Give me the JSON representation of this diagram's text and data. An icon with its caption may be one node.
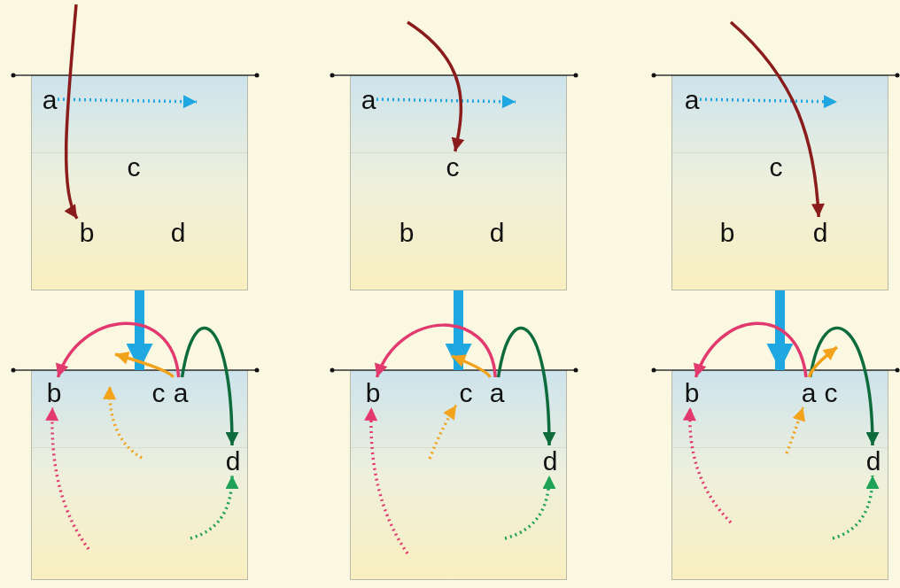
{
  "diagram": {
    "nodes": [
      {
        "text": [],
        "shape": "box"
      },
      {
        "text": [
          "a"
        ],
        "in": 0
      },
      {
        "text": [
          "c"
        ],
        "in": 0
      },
      {
        "text": [
          "b"
        ],
        "in": 0
      },
      {
        "text": [
          "d"
        ],
        "in": 0
      },
      {
        "text": [],
        "shape": "box"
      },
      {
        "text": [
          "a"
        ],
        "in": 5
      },
      {
        "text": [
          "c"
        ],
        "in": 5
      },
      {
        "text": [
          "b"
        ],
        "in": 5
      },
      {
        "text": [
          "d"
        ],
        "in": 5
      },
      {
        "text": [],
        "shape": "box"
      },
      {
        "text": [
          "a"
        ],
        "in": 10
      },
      {
        "text": [
          "c"
        ],
        "in": 10
      },
      {
        "text": [
          "b"
        ],
        "in": 10
      },
      {
        "text": [
          "d"
        ],
        "in": 10
      },
      {
        "text": [],
        "shape": "box"
      },
      {
        "text": [
          "b"
        ],
        "in": 15
      },
      {
        "text": [
          "c"
        ],
        "in": 15
      },
      {
        "text": [
          "a"
        ],
        "in": 15
      },
      {
        "text": [
          "d"
        ],
        "in": 15
      },
      {
        "text": [],
        "shape": "box"
      },
      {
        "text": [
          "b"
        ],
        "in": 20
      },
      {
        "text": [
          "c"
        ],
        "in": 20
      },
      {
        "text": [
          "a"
        ],
        "in": 20
      },
      {
        "text": [
          "d"
        ],
        "in": 20
      },
      {
        "text": [],
        "shape": "box"
      },
      {
        "text": [
          "b"
        ],
        "in": 25
      },
      {
        "text": [
          "a"
        ],
        "in": 25
      },
      {
        "text": [
          "c"
        ],
        "in": 25
      },
      {
        "text": [
          "d"
        ],
        "in": 25
      }
    ],
    "edges": [
      {
        "from": 1,
        "to": null,
        "arrow": "to",
        "style": "dashed",
        "color": "#1ea7e1"
      },
      {
        "from": null,
        "to": 3,
        "arrow": "to",
        "color": "#8a1c1c"
      },
      {
        "from": 0,
        "to": 15,
        "arrow": "to",
        "style": "thick",
        "color": "#1ea7e1"
      },
      {
        "from": 6,
        "to": null,
        "arrow": "to",
        "style": "dashed",
        "color": "#1ea7e1"
      },
      {
        "from": null,
        "to": 7,
        "arrow": "to",
        "color": "#8a1c1c"
      },
      {
        "from": 5,
        "to": 20,
        "arrow": "to",
        "style": "thick",
        "color": "#1ea7e1"
      },
      {
        "from": 11,
        "to": null,
        "arrow": "to",
        "style": "dashed",
        "color": "#1ea7e1"
      },
      {
        "from": null,
        "to": 14,
        "arrow": "to",
        "color": "#8a1c1c"
      },
      {
        "from": 10,
        "to": 25,
        "arrow": "to",
        "style": "thick",
        "color": "#1ea7e1"
      },
      {
        "from": 18,
        "to": 16,
        "arrow": "to",
        "color": "#e23a6e"
      },
      {
        "from": 18,
        "to": 19,
        "arrow": "to",
        "color": "#0d6b3c"
      },
      {
        "from": 18,
        "to": null,
        "arrow": "to",
        "color": "#f2a31b"
      },
      {
        "from": null,
        "to": 16,
        "arrow": "to",
        "style": "dashed",
        "color": "#e23a6e"
      },
      {
        "from": null,
        "to": 19,
        "arrow": "to",
        "style": "dashed",
        "color": "#1fa257"
      },
      {
        "from": 23,
        "to": 21,
        "arrow": "to",
        "color": "#e23a6e"
      },
      {
        "from": 23,
        "to": 24,
        "arrow": "to",
        "color": "#0d6b3c"
      },
      {
        "from": 23,
        "to": null,
        "arrow": "to",
        "color": "#f2a31b"
      },
      {
        "from": null,
        "to": 21,
        "arrow": "to",
        "style": "dashed",
        "color": "#e23a6e"
      },
      {
        "from": null,
        "to": 24,
        "arrow": "to",
        "style": "dashed",
        "color": "#1fa257"
      },
      {
        "from": null,
        "to": 22,
        "arrow": "to",
        "style": "dashed",
        "color": "#f2a31b"
      },
      {
        "from": 27,
        "to": 26,
        "arrow": "to",
        "color": "#e23a6e"
      },
      {
        "from": 27,
        "to": 29,
        "arrow": "to",
        "color": "#0d6b3c"
      },
      {
        "from": 27,
        "to": null,
        "arrow": "to",
        "color": "#f2a31b"
      },
      {
        "from": null,
        "to": 26,
        "arrow": "to",
        "style": "dashed",
        "color": "#e23a6e"
      },
      {
        "from": null,
        "to": 29,
        "arrow": "to",
        "style": "dashed",
        "color": "#1fa257"
      },
      {
        "from": null,
        "to": 27,
        "arrow": "to",
        "style": "dashed",
        "color": "#f2a31b"
      }
    ]
  }
}
